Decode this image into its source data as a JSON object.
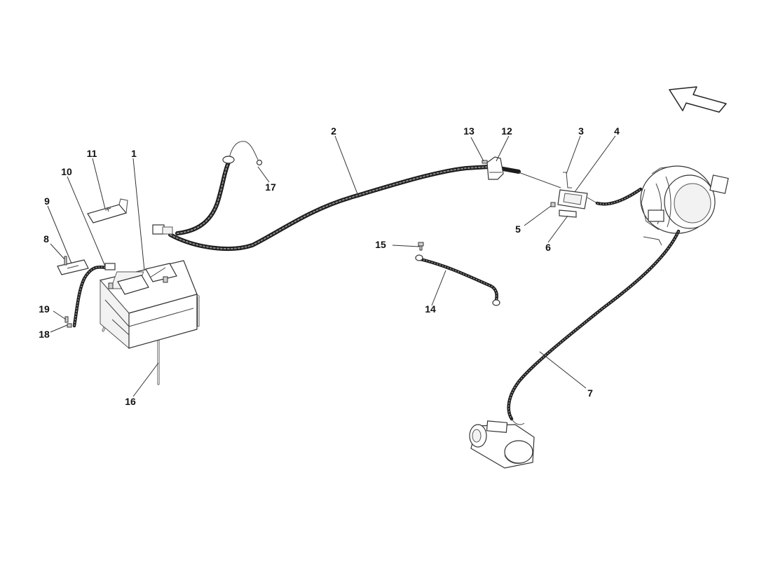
{
  "callouts": [
    {
      "id": "1",
      "label": "1"
    },
    {
      "id": "2",
      "label": "2"
    },
    {
      "id": "3",
      "label": "3"
    },
    {
      "id": "4",
      "label": "4"
    },
    {
      "id": "5",
      "label": "5"
    },
    {
      "id": "6",
      "label": "6"
    },
    {
      "id": "7",
      "label": "7"
    },
    {
      "id": "8",
      "label": "8"
    },
    {
      "id": "9",
      "label": "9"
    },
    {
      "id": "10",
      "label": "10"
    },
    {
      "id": "11",
      "label": "11"
    },
    {
      "id": "12",
      "label": "12"
    },
    {
      "id": "13",
      "label": "13"
    },
    {
      "id": "14",
      "label": "14"
    },
    {
      "id": "15",
      "label": "15"
    },
    {
      "id": "16",
      "label": "16"
    },
    {
      "id": "17",
      "label": "17"
    },
    {
      "id": "18",
      "label": "18"
    },
    {
      "id": "19",
      "label": "19"
    }
  ],
  "icons": {
    "orientation_arrow": "direction-arrow-icon"
  },
  "colors": {
    "line": "#1c1c1c",
    "background": "#ffffff"
  }
}
